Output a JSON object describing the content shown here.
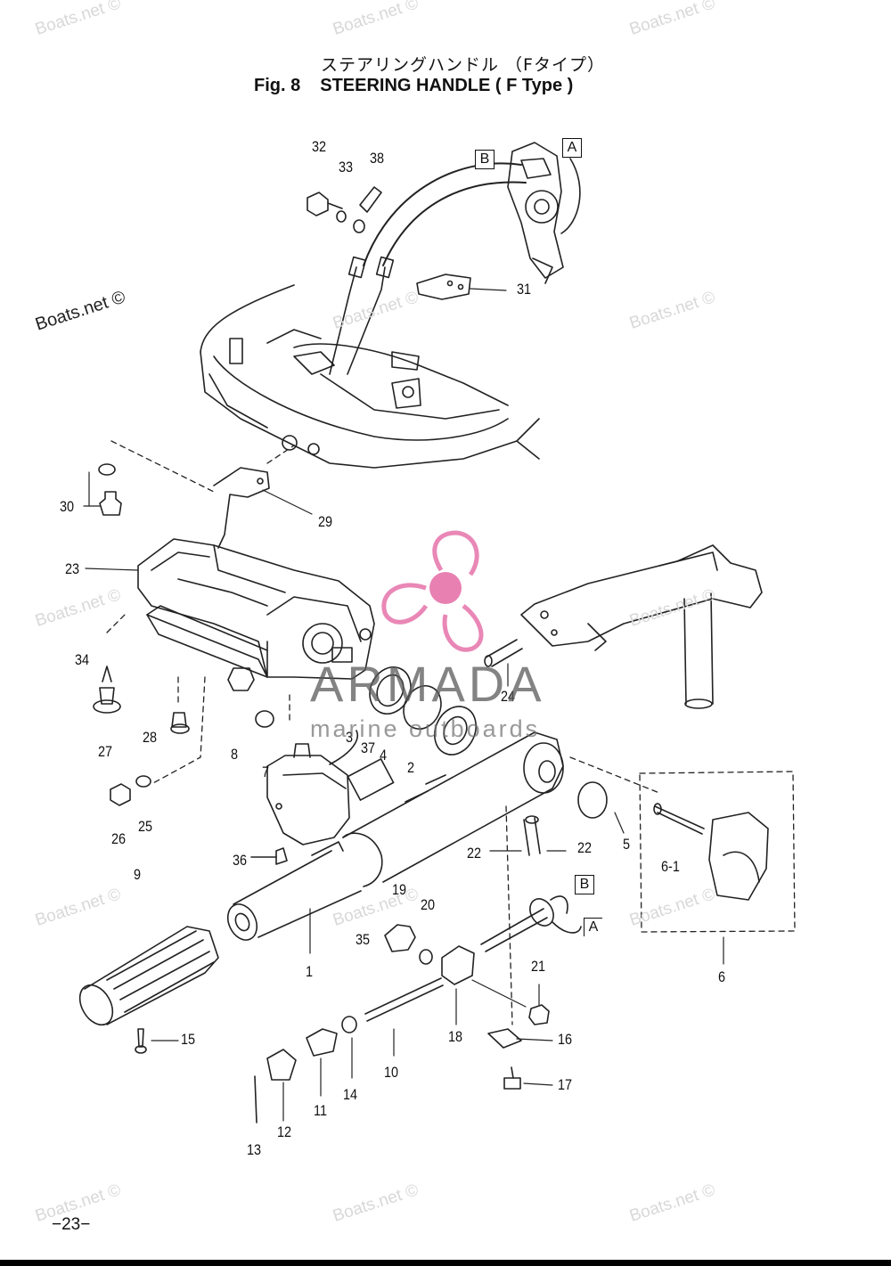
{
  "title": {
    "japanese": "ステアリングハンドル （Fタイプ）",
    "figure_number": "Fig. 8",
    "english": "STEERING HANDLE ( F Type )"
  },
  "watermark": {
    "text": "Boats.net ©",
    "color": "#d8d8d8"
  },
  "brand": {
    "name": "ARMADA",
    "tagline": "marine outboards",
    "logo_color": "#e46aa5"
  },
  "page_number": "−23−",
  "reference_boxes": [
    "B",
    "A",
    "B",
    "A"
  ],
  "callouts": [
    "32",
    "33",
    "38",
    "31",
    "30",
    "29",
    "23",
    "34",
    "24",
    "28",
    "27",
    "8",
    "3",
    "37",
    "4",
    "2",
    "7",
    "26",
    "25",
    "5",
    "6-1",
    "36",
    "22",
    "22",
    "9",
    "19",
    "20",
    "35",
    "1",
    "6",
    "21",
    "15",
    "18",
    "16",
    "10",
    "14",
    "11",
    "12",
    "17",
    "13"
  ]
}
